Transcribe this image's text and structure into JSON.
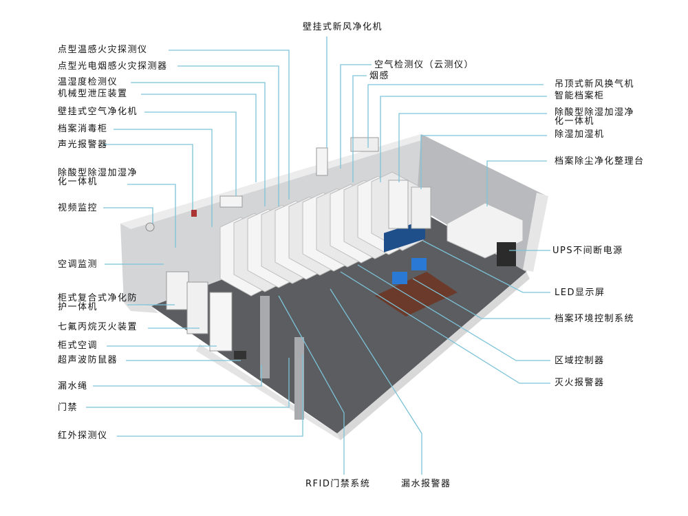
{
  "colors": {
    "leader_line": "#7cc3d8",
    "wall": "#c9cacc",
    "floor": "#57595c",
    "cabinet": "#eeeeee"
  },
  "labels": {
    "top": {
      "wall_fresh_air": "壁挂式新风净化机",
      "air_detector": "空气检测仪（云测仪）",
      "smoke": "烟感"
    },
    "left": [
      "点型温感火灾探测仪",
      "点型光电烟感火灾探测器",
      "温湿度检测仪",
      "机械型泄压装置",
      "壁挂式空气净化机",
      "档案消毒柜",
      "声光报警器",
      "除酸型除湿加湿净化一体机",
      "视频监控",
      "空调监测",
      "柜式复合式净化防护一体机",
      "七氟丙烷灭火装置",
      "柜式空调",
      "超声波防鼠器",
      "漏水绳",
      "门禁",
      "红外探测仪"
    ],
    "right": [
      "吊顶式新风换气机",
      "智能档案柜",
      "除酸型除湿加湿净化一体机",
      "除湿加湿机",
      "档案除尘净化整理台",
      "UPS不间断电源",
      "LED显示屏",
      "档案环境控制系统",
      "区域控制器",
      "灭火报警器"
    ],
    "bottom": {
      "rfid": "RFID门禁系统",
      "leak_alarm": "漏水报警器"
    }
  }
}
